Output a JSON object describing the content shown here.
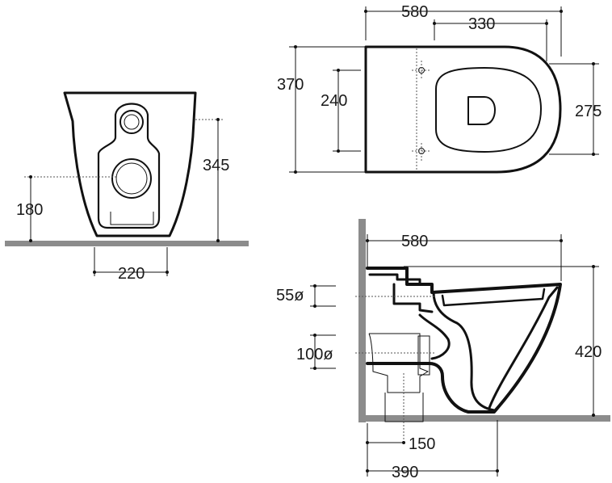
{
  "colors": {
    "line": "#111111",
    "floor": "#8c8c8c",
    "background": "#ffffff"
  },
  "front_view": {
    "height_label": "345",
    "outlet_height_label": "180",
    "base_width_label": "220"
  },
  "top_view": {
    "total_length_label": "580",
    "fixing_distance_label": "330",
    "total_width_label": "370",
    "fixing_spacing_label": "240",
    "seat_width_label": "275"
  },
  "side_view": {
    "total_length_label": "580",
    "inlet_label": "55ø",
    "outlet_label": "100ø",
    "height_label": "420",
    "outlet_axis_label": "150",
    "footprint_label": "390"
  }
}
